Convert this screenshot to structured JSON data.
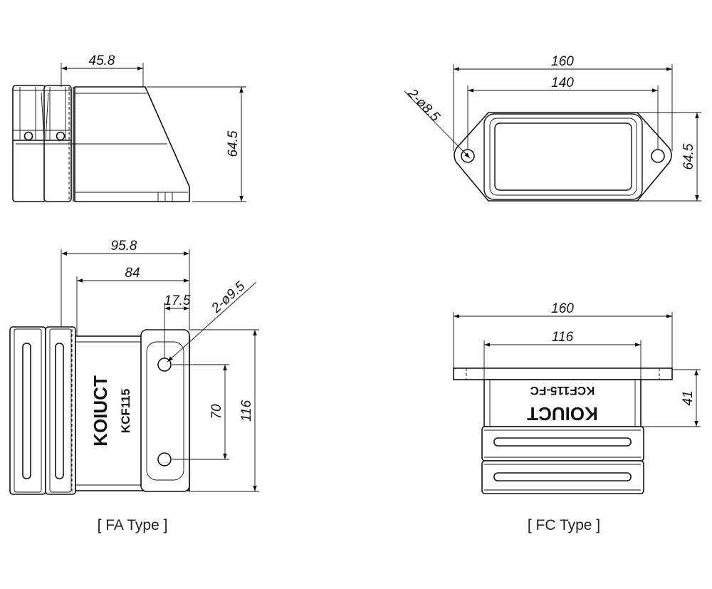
{
  "fa_type": {
    "caption": "[ FA Type ]",
    "side_view": {
      "width_label": "45.8",
      "height_label": "64.5"
    },
    "front_view": {
      "overall_label": "95.8",
      "depth_label": "84",
      "offset_label": "17.5",
      "hole_label": "2-ø9.5",
      "pitch_label": "70",
      "height_label": "116",
      "brand": "KOIUCT",
      "model": "KCF115"
    }
  },
  "fc_type": {
    "caption": "[ FC Type ]",
    "flange_view": {
      "outer_label": "160",
      "pitch_label": "140",
      "hole_label": "2-ø8.5",
      "height_label": "64.5"
    },
    "front_view": {
      "overall_label": "160",
      "inner_label": "116",
      "height_label": "41",
      "brand": "KOIUCT",
      "model": "KCF115-FC"
    }
  }
}
